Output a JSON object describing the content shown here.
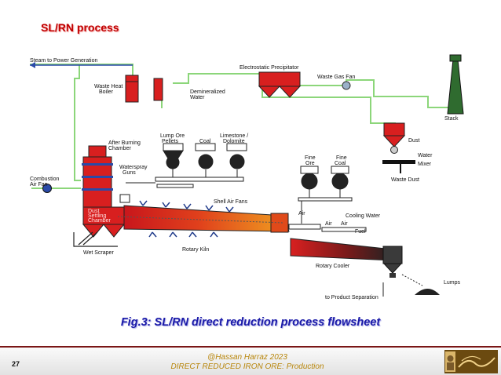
{
  "slide": {
    "title": "SL/RN process",
    "caption": "Fig.3: SL/RN direct reduction process flowsheet",
    "page_number": "27",
    "author": "@Hassan Harraz 2023",
    "subtitle": "DIRECT REDUCED IRON ORE: Production"
  },
  "diagram": {
    "labels": {
      "steam": "Steam to Power Generation",
      "whb_1": "Waste Heat",
      "whb_2": "Boiler",
      "demin_1": "Demineralized",
      "demin_2": "Water",
      "esp": "Electrostatic Precipitator",
      "wgfan": "Waste Gas Fan",
      "stack": "Stack",
      "dust": "Dust",
      "water": "Water",
      "mixer": "Mixer",
      "wastedust": "Waste Dust",
      "abc_1": "After Burning",
      "abc_2": "Chamber",
      "lumpore_1": "Lump Ore",
      "lumpore_2": "Pellets",
      "coal": "Coal",
      "limestone_1": "Limestone /",
      "limestone_2": "Dolomite",
      "spray_1": "Waterspray",
      "spray_2": "Guns",
      "caf_1": "Combustion",
      "caf_2": "Air Fan",
      "dsc_1": "Dust",
      "dsc_2": "Settling",
      "dsc_3": "Chamber",
      "shellfans": "Shell Air Fans",
      "fineore_1": "Fine",
      "fineore_2": "Ore",
      "finecoal_1": "Fine",
      "finecoal_2": "Coal",
      "air1": "Air",
      "air2": "Air",
      "air3": "Air",
      "coolwater": "Cooling Water",
      "fuel": "Fuel",
      "wetscraper": "Wet Scraper",
      "kiln": "Rotary Kiln",
      "cooler": "Rotary Cooler",
      "lumps": "Lumps",
      "toproduct": "to Product Separation"
    }
  },
  "colors": {
    "title": "#c00000",
    "caption": "#1a1aa8",
    "flow_line": "#8cd67a",
    "equipment": "#d81f1f",
    "footer_text": "#b8860b"
  }
}
